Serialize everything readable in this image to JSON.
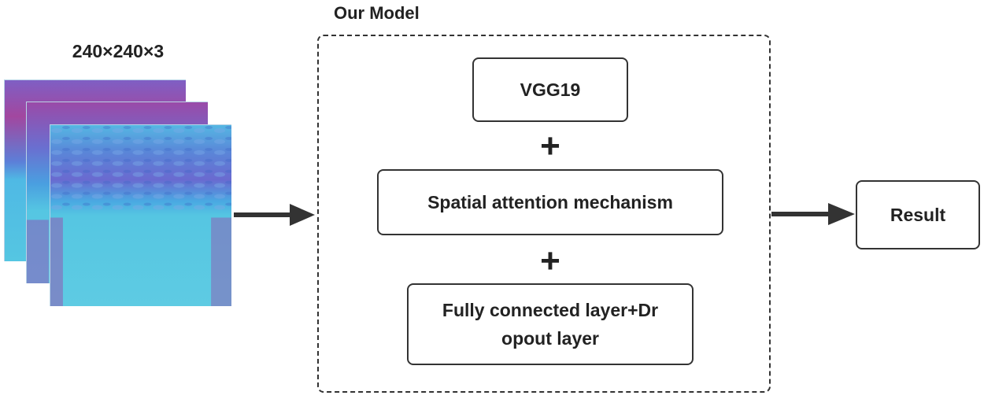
{
  "input": {
    "dimensions_label": "240×240×3",
    "layer_count": 3
  },
  "model": {
    "title": "Our Model",
    "blocks": {
      "backbone": "VGG19",
      "attention": "Spatial attention mechanism",
      "head_line1": "Fully connected layer+Dr",
      "head_line2": "opout layer"
    },
    "combine_symbol": "+"
  },
  "output": {
    "label": "Result"
  },
  "colors": {
    "border": "#333333",
    "arrow": "#333333",
    "spectrogram_cyan": "#55c6e2",
    "spectrogram_blue": "#4a7fd6",
    "spectrogram_magenta": "#a2479f"
  },
  "icons": {
    "flow_arrow": "right-arrow-icon"
  }
}
